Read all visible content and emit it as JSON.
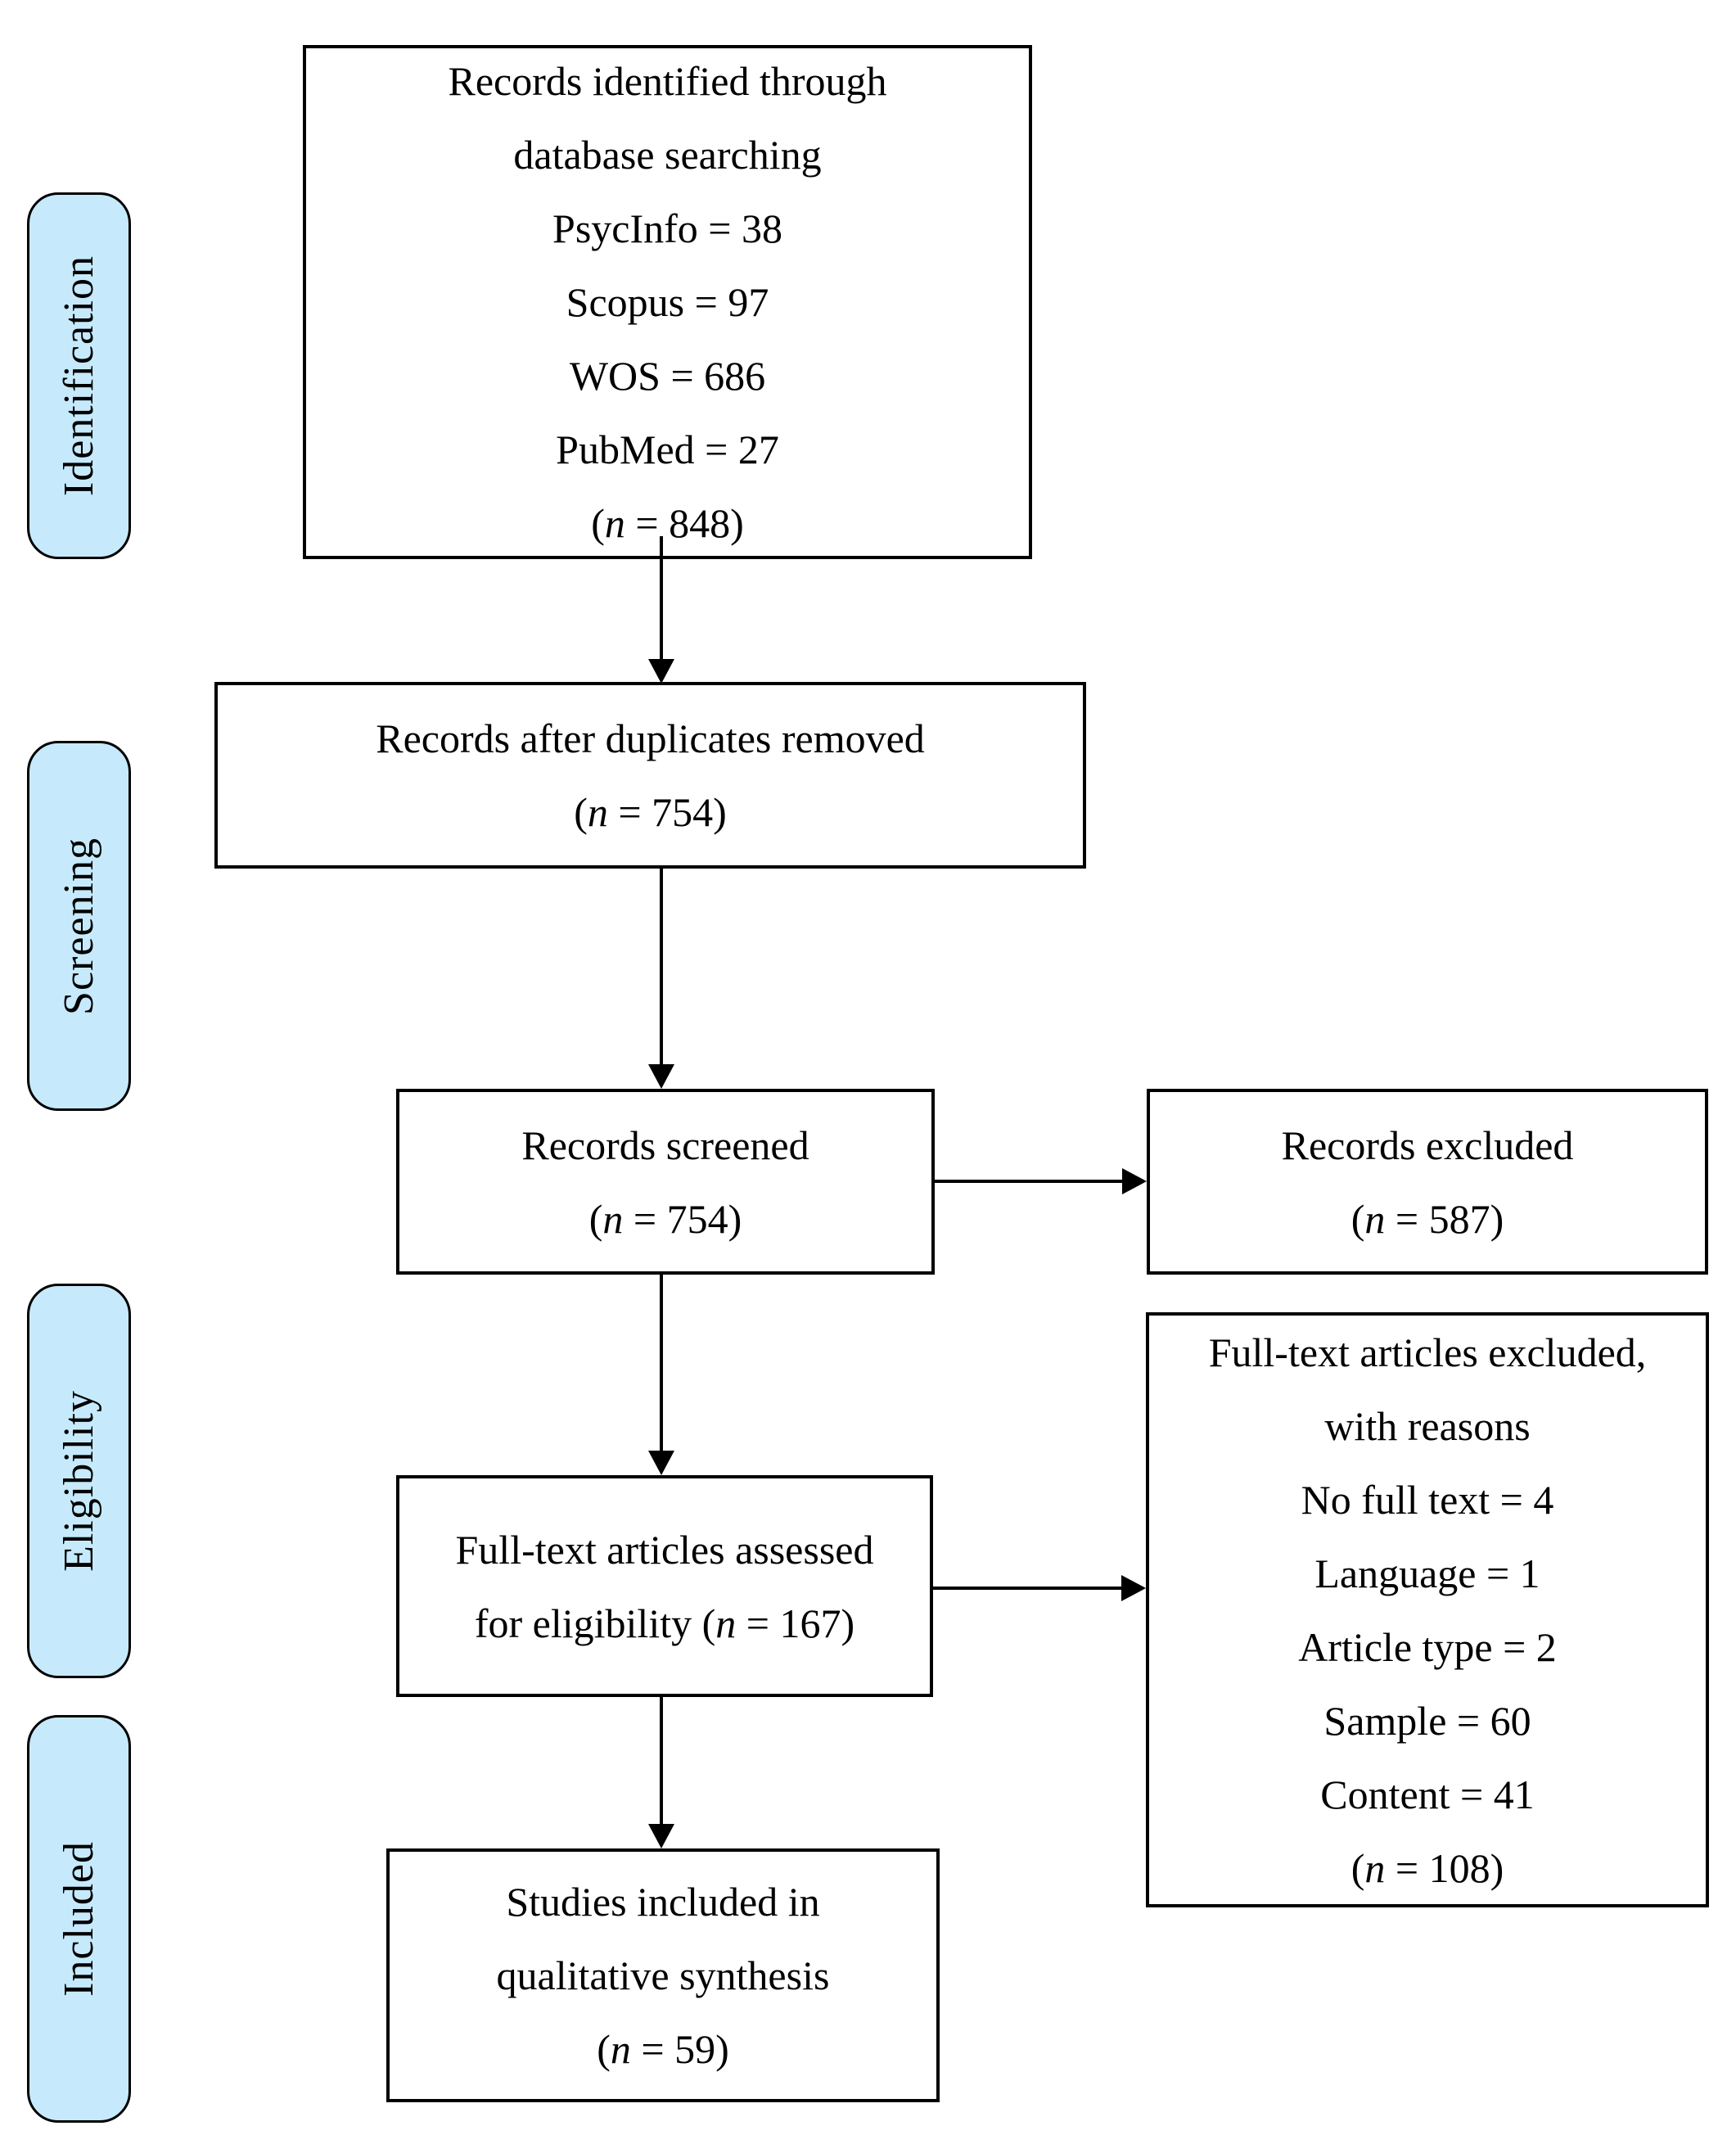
{
  "flow": {
    "stages": [
      {
        "label": "Identification"
      },
      {
        "label": "Screening"
      },
      {
        "label": "Eligibility"
      },
      {
        "label": "Included"
      }
    ],
    "identified": {
      "lines": [
        "Records identified through",
        "database searching",
        "PsycInfo = 38",
        "Scopus = 97",
        "WOS = 686",
        "PubMed = 27"
      ],
      "n": {
        "pre": "(",
        "it": "n",
        "post": " = 848)"
      }
    },
    "deduplicated": {
      "lines": [
        "Records after duplicates removed"
      ],
      "n": {
        "pre": "(",
        "it": "n",
        "post": " = 754)"
      }
    },
    "screened": {
      "lines": [
        "Records screened"
      ],
      "n": {
        "pre": "(",
        "it": "n",
        "post": " = 754)"
      }
    },
    "records_excluded": {
      "lines": [
        "Records excluded"
      ],
      "n": {
        "pre": "(",
        "it": "n",
        "post": " = 587)"
      }
    },
    "assessed": {
      "lines": [
        "Full-text articles assessed"
      ],
      "n": {
        "pre": "for eligibility (",
        "it": "n",
        "post": " = 167)"
      }
    },
    "fulltext_excluded": {
      "lines": [
        "Full-text articles excluded,",
        "with reasons",
        "No full text = 4",
        "Language = 1",
        "Article type = 2",
        "Sample = 60",
        "Content = 41"
      ],
      "n": {
        "pre": "(",
        "it": "n",
        "post": " = 108)"
      }
    },
    "included": {
      "lines": [
        "Studies included in",
        "qualitative synthesis"
      ],
      "n": {
        "pre": "(",
        "it": "n",
        "post": " = 59)"
      }
    },
    "colors": {
      "stage_fill": "#C6EAFB",
      "line": "#000000",
      "background": "#FFFFFF"
    }
  }
}
